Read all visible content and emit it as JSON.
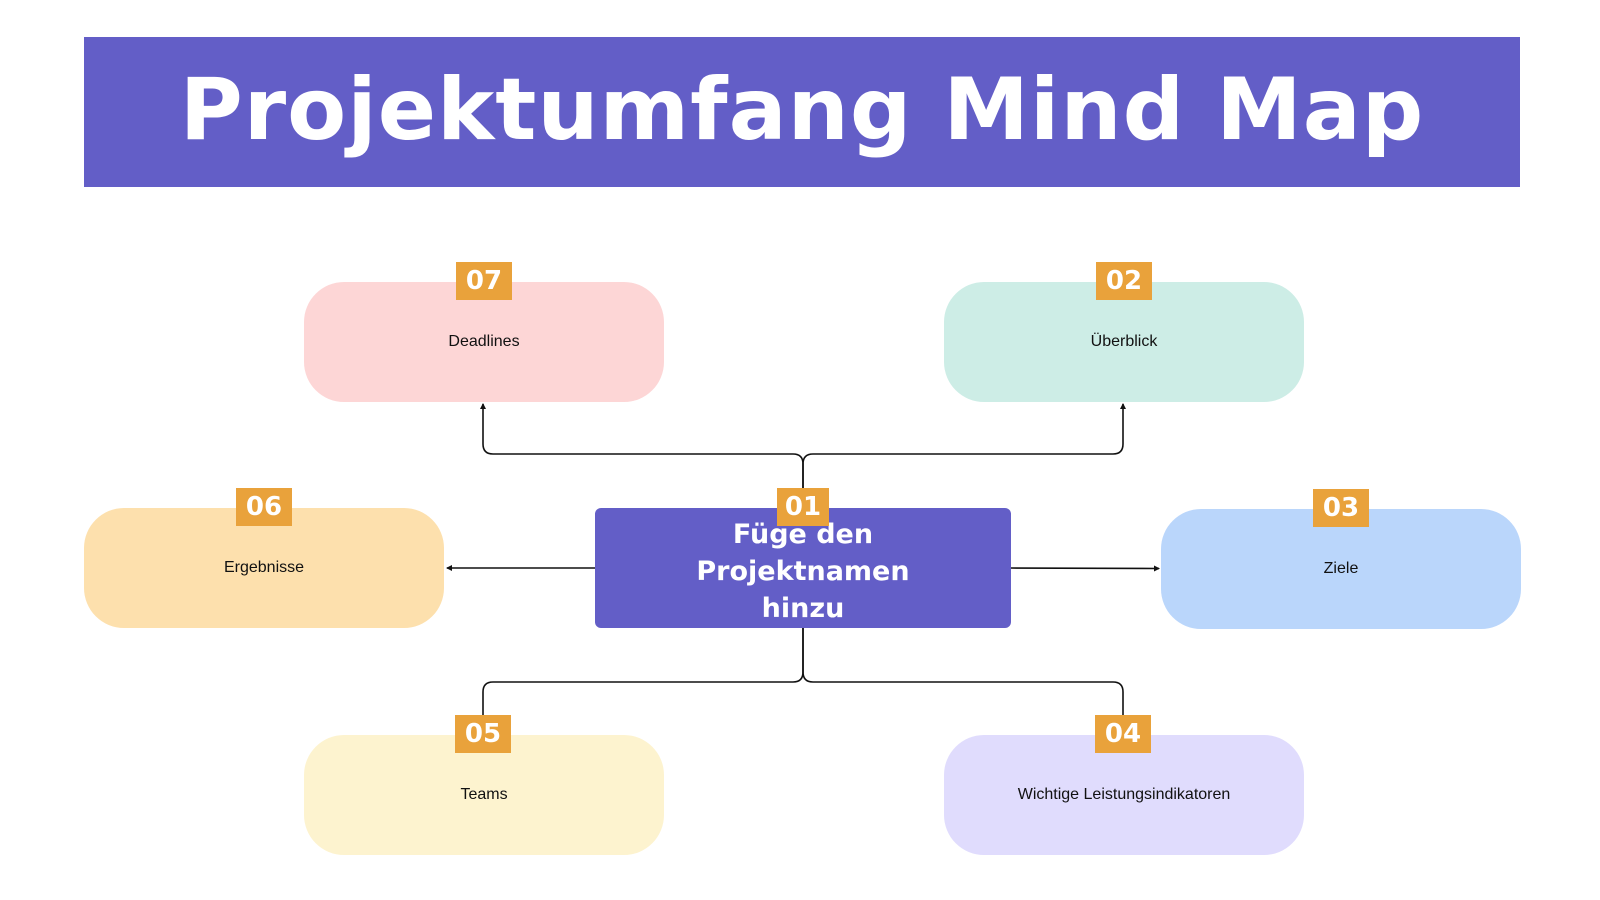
{
  "title": "Projektumfang Mind Map",
  "colors": {
    "title_bg": "#635ec7",
    "center_bg": "#635ec7",
    "badge_bg": "#e9a23b",
    "connector": "#111111"
  },
  "center": {
    "number": "01",
    "text": "Füge den Projektnamen hinzu"
  },
  "topics": [
    {
      "number": "07",
      "label": "Deadlines",
      "color": "#fdd6d6"
    },
    {
      "number": "02",
      "label": "Überblick",
      "color": "#cdede6"
    },
    {
      "number": "06",
      "label": "Ergebnisse",
      "color": "#fde0ad"
    },
    {
      "number": "03",
      "label": "Ziele",
      "color": "#bad6fb"
    },
    {
      "number": "05",
      "label": "Teams",
      "color": "#fdf3cf"
    },
    {
      "number": "04",
      "label": "Wichtige Leistungsindikatoren",
      "color": "#e0dcfd"
    }
  ]
}
